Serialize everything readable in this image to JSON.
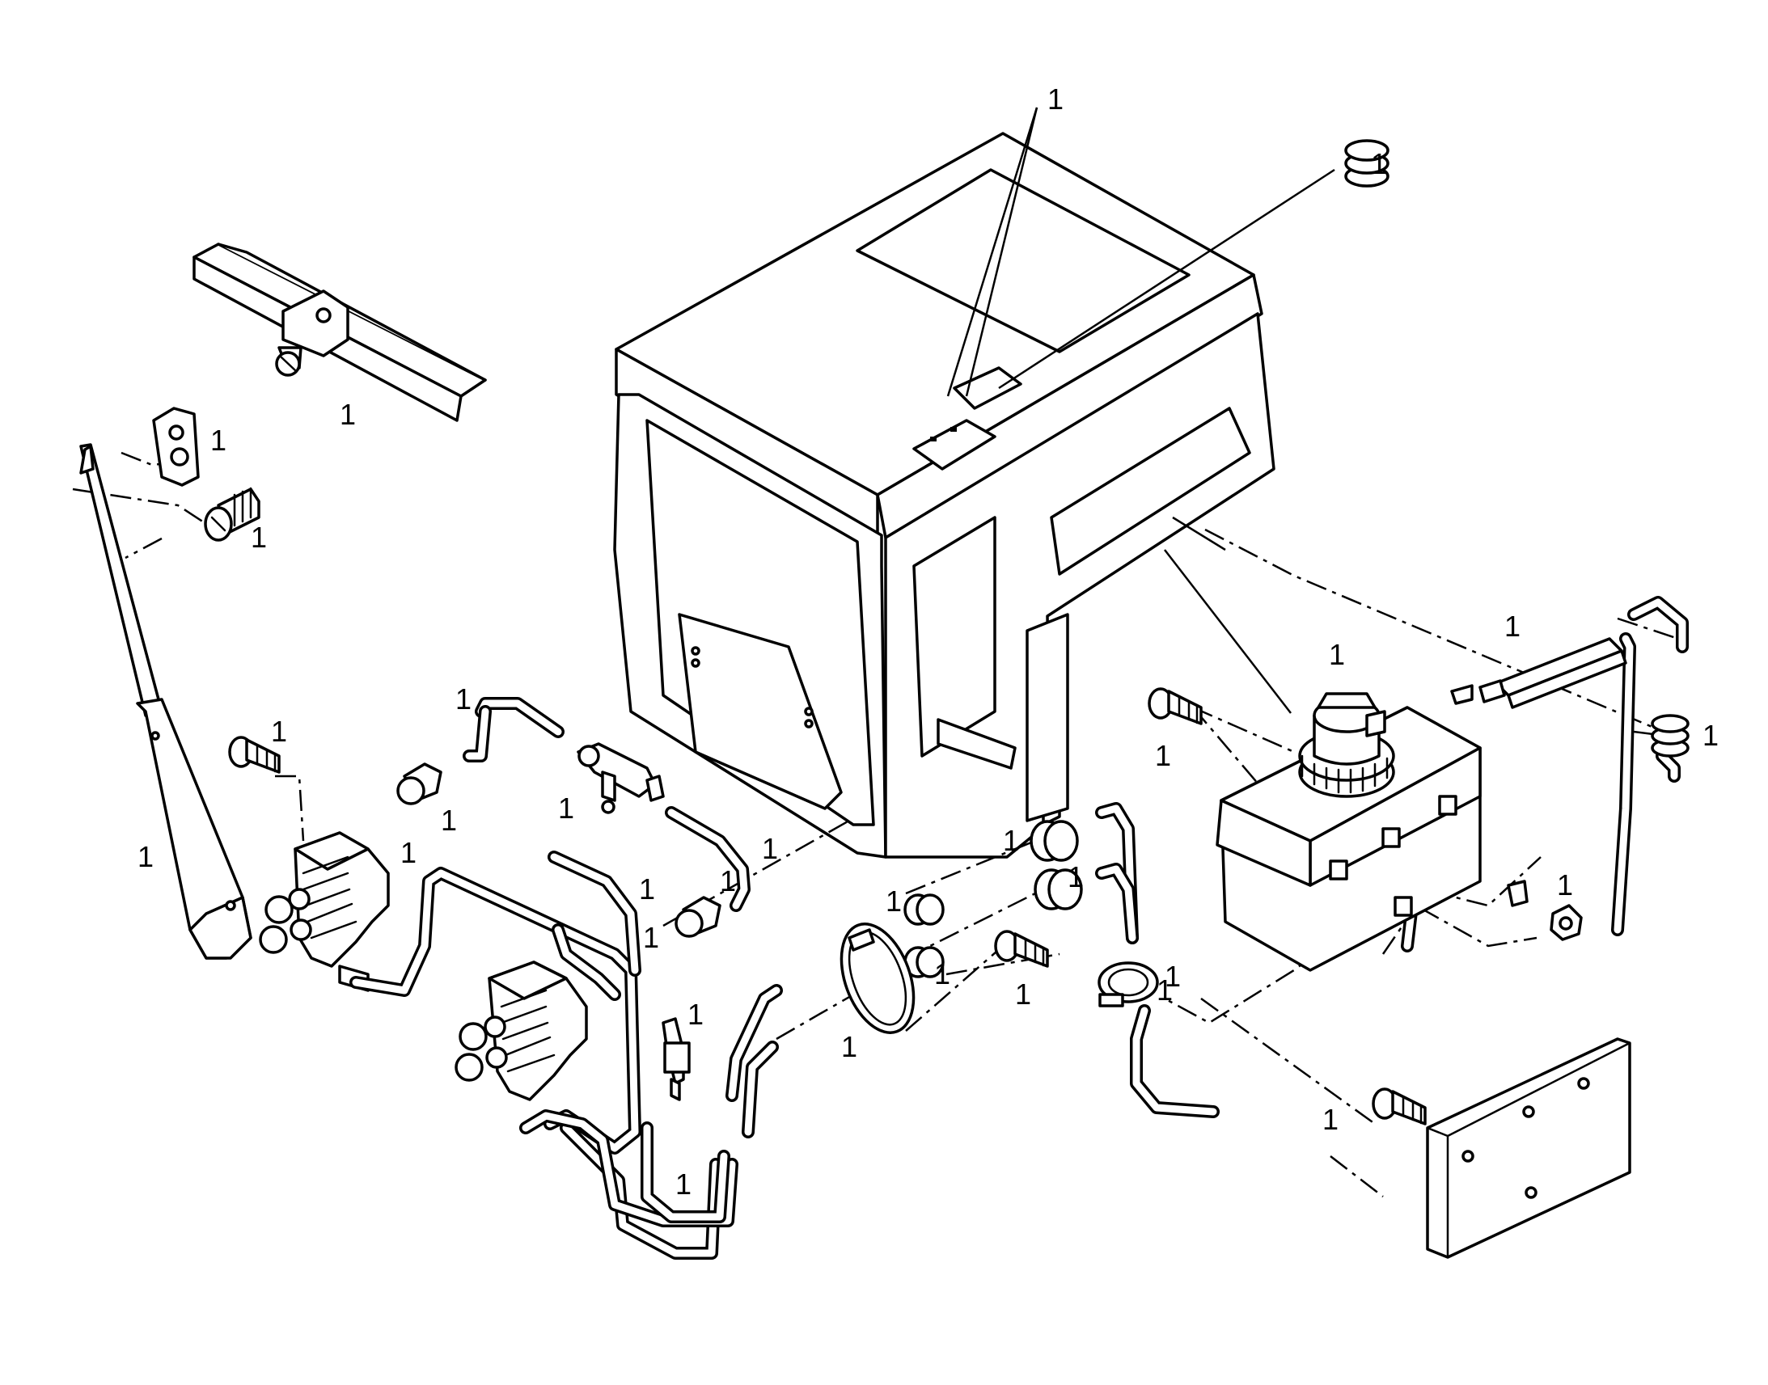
{
  "figure": {
    "colors": {
      "line": "#000000",
      "background": "#ffffff"
    },
    "callouts": [
      {
        "id": "c1",
        "text": "1"
      },
      {
        "id": "c2",
        "text": "1"
      },
      {
        "id": "c3",
        "text": "1"
      },
      {
        "id": "c4",
        "text": "1"
      },
      {
        "id": "c5",
        "text": "1"
      },
      {
        "id": "c6",
        "text": "1"
      },
      {
        "id": "c7",
        "text": "1"
      },
      {
        "id": "c8",
        "text": "1"
      },
      {
        "id": "c9",
        "text": "1"
      },
      {
        "id": "c10",
        "text": "1"
      },
      {
        "id": "c11",
        "text": "1"
      },
      {
        "id": "c12",
        "text": "1"
      },
      {
        "id": "c13",
        "text": "1"
      },
      {
        "id": "c14",
        "text": "1"
      },
      {
        "id": "c15",
        "text": "1"
      },
      {
        "id": "c16",
        "text": "1"
      },
      {
        "id": "c17",
        "text": "1"
      },
      {
        "id": "c18",
        "text": "1"
      },
      {
        "id": "c19",
        "text": "1"
      },
      {
        "id": "c20",
        "text": "1"
      },
      {
        "id": "c21",
        "text": "1"
      },
      {
        "id": "c22",
        "text": "1"
      },
      {
        "id": "c23",
        "text": "1"
      },
      {
        "id": "c24",
        "text": "1"
      },
      {
        "id": "c25",
        "text": "1"
      },
      {
        "id": "c26",
        "text": "1"
      },
      {
        "id": "c27",
        "text": "1"
      },
      {
        "id": "c28",
        "text": "1"
      },
      {
        "id": "c29",
        "text": "1"
      },
      {
        "id": "c30",
        "text": "1"
      },
      {
        "id": "c31",
        "text": "1"
      }
    ]
  }
}
